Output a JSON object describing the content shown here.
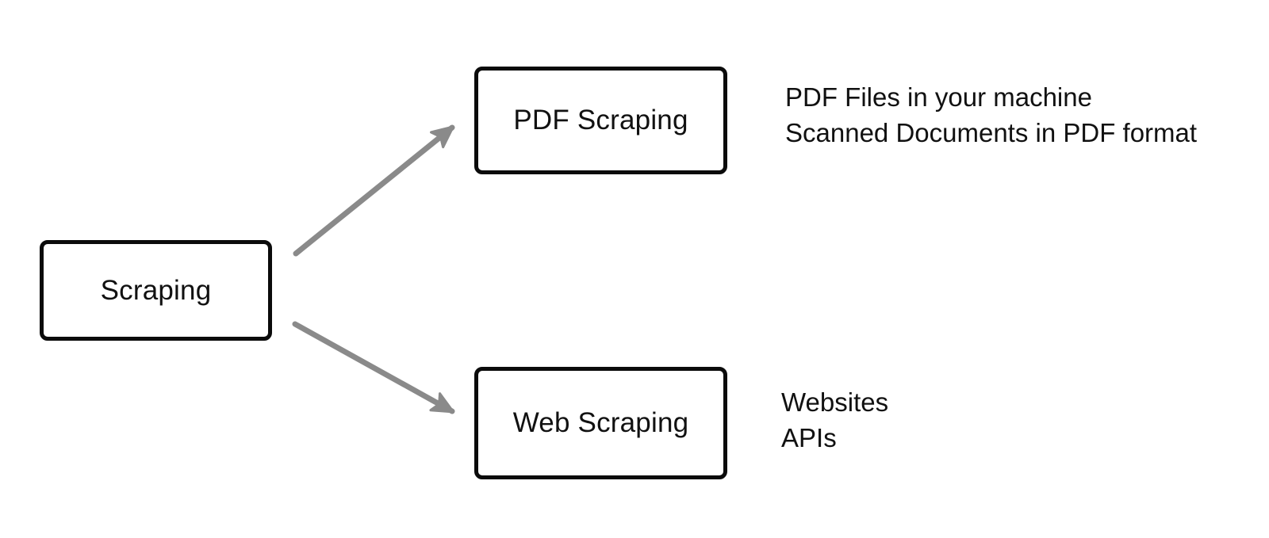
{
  "diagram": {
    "root": {
      "label": "Scraping"
    },
    "branches": [
      {
        "label": "PDF Scraping",
        "notes": [
          "PDF Files in your machine",
          "Scanned Documents in PDF format"
        ]
      },
      {
        "label": "Web Scraping",
        "notes": [
          "Websites",
          "APIs"
        ]
      }
    ],
    "colors": {
      "background": "#ffffff",
      "box_fill": "#ffffff",
      "box_border": "#0b0b0b",
      "text": "#111111",
      "arrow": "#8a8a8a"
    }
  }
}
